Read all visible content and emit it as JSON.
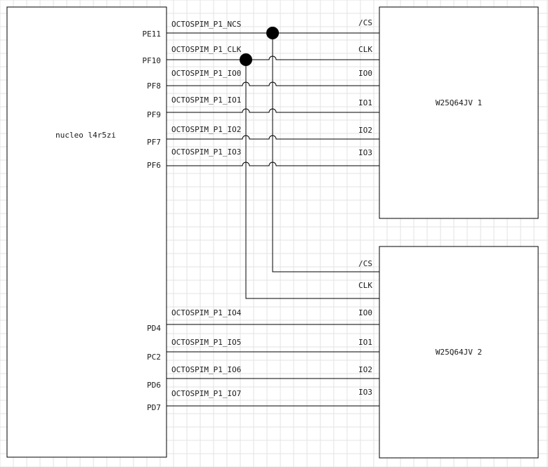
{
  "mcu": {
    "name": "nucleo l4r5zi",
    "pins": [
      "PE11",
      "PF10",
      "PF8",
      "PF9",
      "PF7",
      "PF6",
      "PD4",
      "PC2",
      "PD6",
      "PD7"
    ]
  },
  "chip1": {
    "name": "W25Q64JV 1",
    "pins": [
      "/CS",
      "CLK",
      "IO0",
      "IO1",
      "IO2",
      "IO3"
    ]
  },
  "chip2": {
    "name": "W25Q64JV 2",
    "pins": [
      "/CS",
      "CLK",
      "IO0",
      "IO1",
      "IO2",
      "IO3"
    ]
  },
  "nets": [
    "OCTOSPIM_P1_NCS",
    "OCTOSPIM_P1_CLK",
    "OCTOSPIM_P1_IO0",
    "OCTOSPIM_P1_IO1",
    "OCTOSPIM_P1_IO2",
    "OCTOSPIM_P1_IO3",
    "OCTOSPIM_P1_IO4",
    "OCTOSPIM_P1_IO5",
    "OCTOSPIM_P1_IO6",
    "OCTOSPIM_P1_IO7"
  ]
}
